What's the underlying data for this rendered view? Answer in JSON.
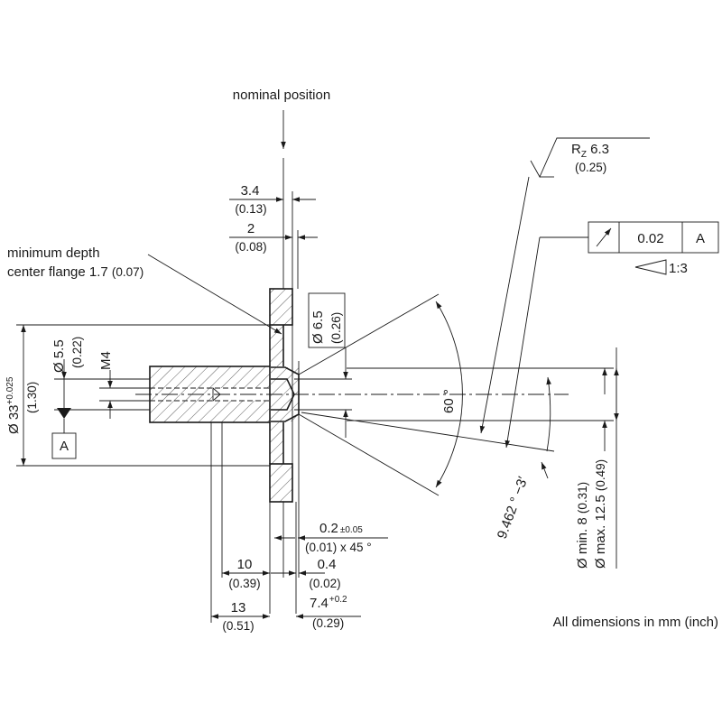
{
  "drawing": {
    "nominal_position": "nominal position",
    "min_depth_line1": "minimum depth",
    "min_depth_line2": "center flange 1.7",
    "min_depth_inch": "(0.07)",
    "dim_3_4": "3.4",
    "dim_3_4_inch": "(0.13)",
    "dim_2": "2",
    "dim_2_inch": "(0.08)",
    "dia_6_5": "Ø 6.5",
    "dia_6_5_inch": "(0.26)",
    "dia_33": "Ø 33",
    "dia_33_tol": "+0.025",
    "dia_33_inch": "(1.30)",
    "dia_5_5": "Ø 5.5",
    "dia_5_5_inch": "(0.22)",
    "thread": "M4",
    "datum": "A",
    "rz_prefix": "R",
    "rz_sub": "Z",
    "rz_value": "6.3",
    "rz_inch": "(0.25)",
    "runout_value": "0.02",
    "runout_datum": "A",
    "taper": "1:3",
    "angle_60": "60 °",
    "taper_angle": "9.462 ° −3′",
    "dia_min8": "Ø min. 8",
    "dia_min8_inch": "(0.31)",
    "dia_max12": "Ø max. 12.5",
    "dia_max12_inch": "(0.49)",
    "chamfer": "0.2",
    "chamfer_tol": "±0.05",
    "chamfer_inch": "(0.01) x 45 °",
    "dim_10": "10",
    "dim_10_inch": "(0.39)",
    "dim_0_4": "0.4",
    "dim_0_4_inch": "(0.02)",
    "dim_13": "13",
    "dim_13_inch": "(0.51)",
    "dim_7_4": "7.4",
    "dim_7_4_tol": "+0.2",
    "dim_7_4_inch": "(0.29)",
    "units_note": "All dimensions in mm (inch)"
  }
}
